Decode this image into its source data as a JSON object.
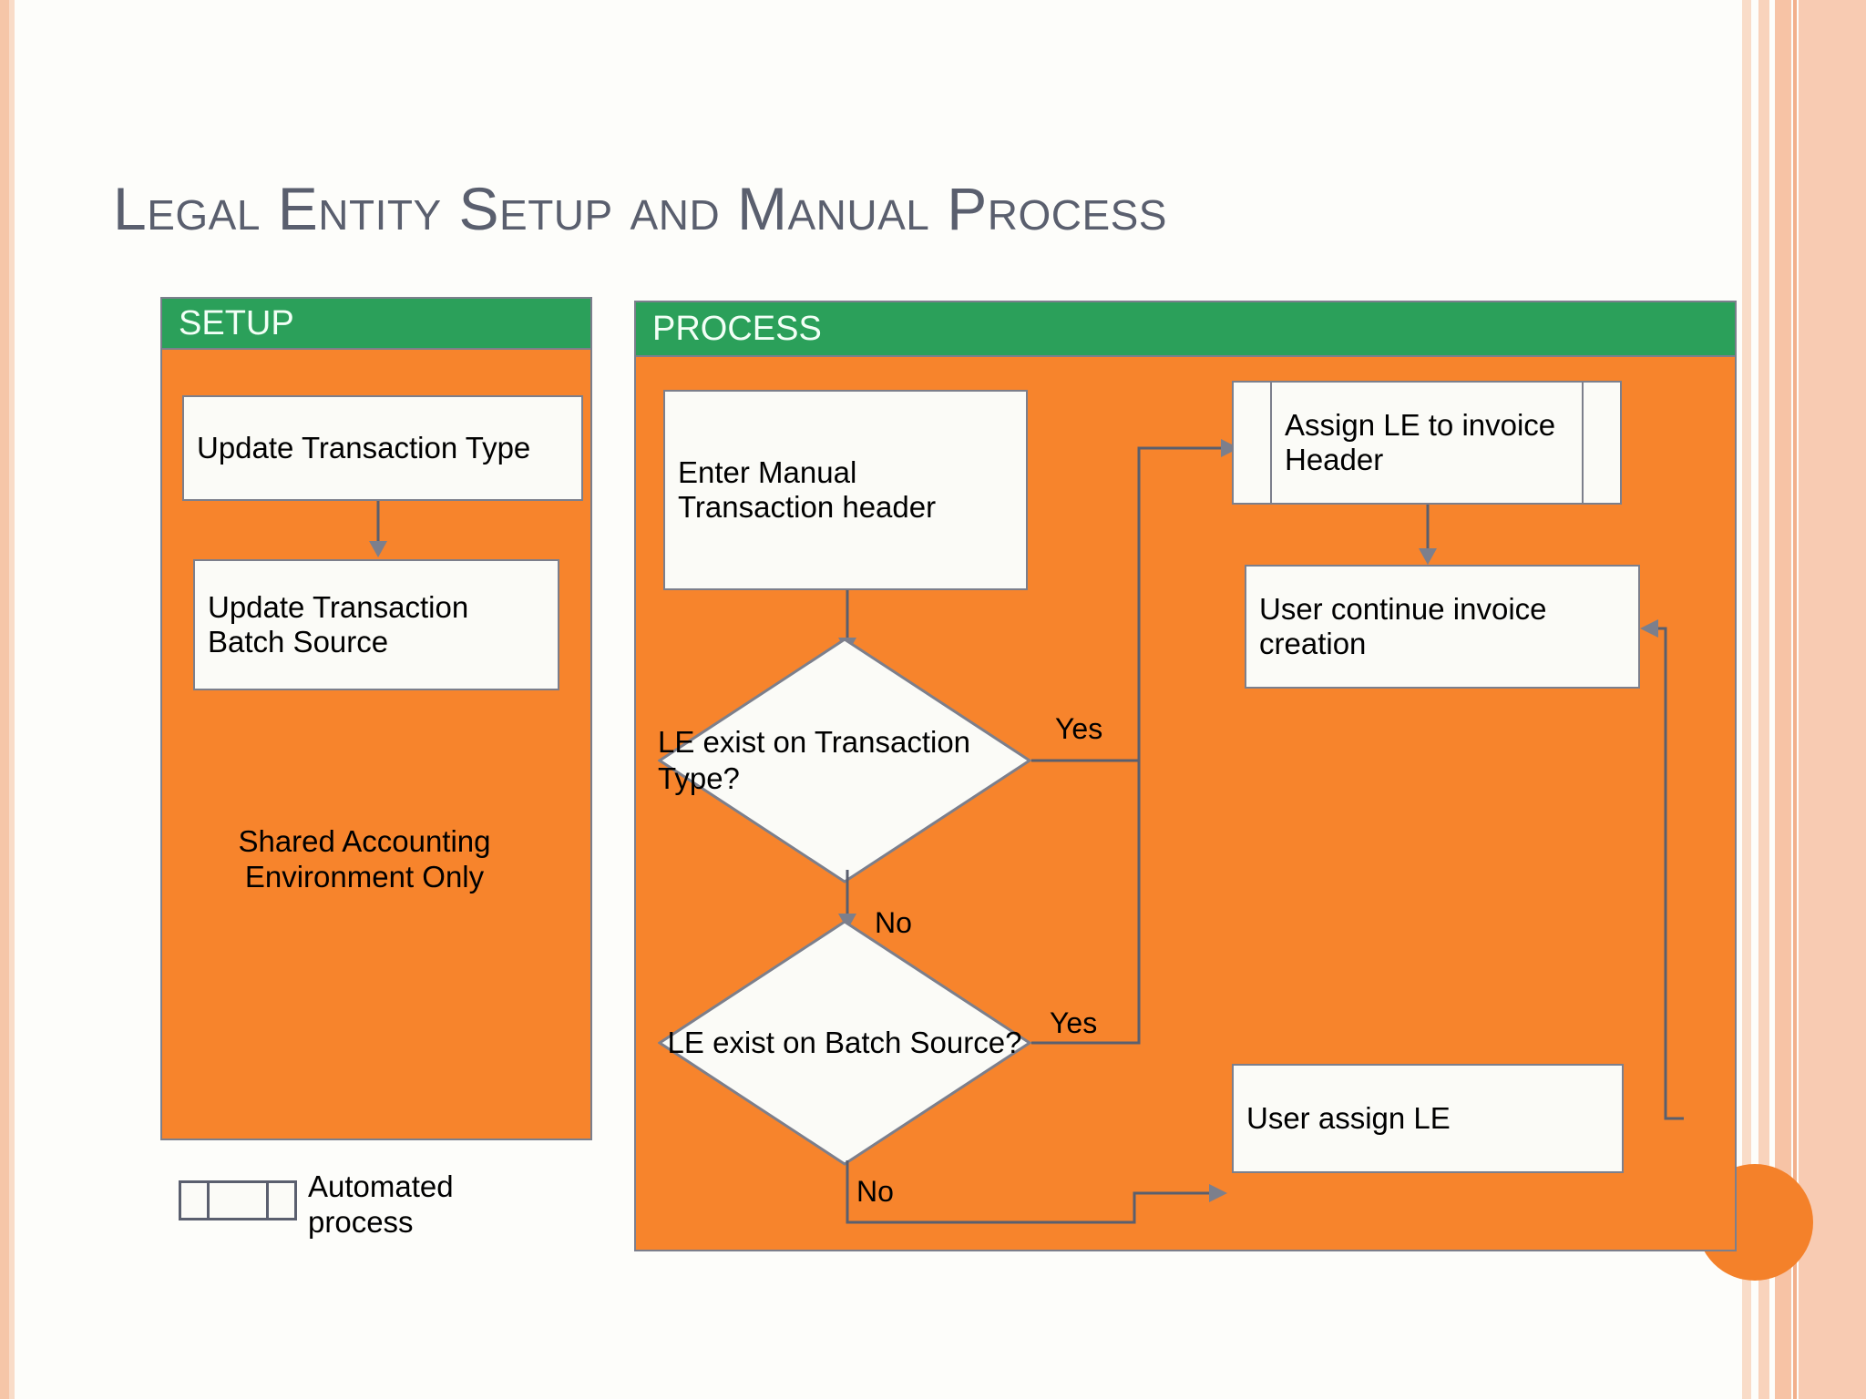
{
  "slide": {
    "title": "Legal Entity Setup and Manual Process",
    "background_color": "#fdfdfa"
  },
  "theme": {
    "orange": "#f7842c",
    "green": "#2ba05a",
    "node_border": "#7c7f8c",
    "node_fill": "#fbfbf7",
    "title_color": "#5a5f6e",
    "frame_accent": "#f6c6a8"
  },
  "setup_panel": {
    "header": "SETUP",
    "nodes": [
      {
        "id": "update-transaction-type",
        "label": "Update Transaction Type"
      },
      {
        "id": "update-transaction-batch-source",
        "label": "Update Transaction Batch Source"
      }
    ],
    "note": "Shared Accounting Environment Only"
  },
  "process_panel": {
    "header": "PROCESS",
    "nodes": [
      {
        "id": "enter-manual-transaction-header",
        "label": "Enter Manual Transaction header",
        "shape": "process"
      },
      {
        "id": "le-exist-on-transaction-type",
        "label": "LE exist on Transaction Type?",
        "shape": "decision"
      },
      {
        "id": "le-exist-on-batch-source",
        "label": "LE exist on Batch Source?",
        "shape": "decision"
      },
      {
        "id": "assign-le-to-invoice-header",
        "label": "Assign LE to invoice Header",
        "shape": "predefined-process"
      },
      {
        "id": "user-continue-invoice-creation",
        "label": "User continue invoice creation",
        "shape": "process"
      },
      {
        "id": "user-assign-le",
        "label": "User assign LE",
        "shape": "process"
      }
    ],
    "edge_labels": {
      "yes_transaction_type": "Yes",
      "no_transaction_type": "No",
      "yes_batch_source": "Yes",
      "no_batch_source": "No"
    }
  },
  "legend": {
    "shape_name": "predefined-process-shape",
    "label": "Automated process"
  }
}
